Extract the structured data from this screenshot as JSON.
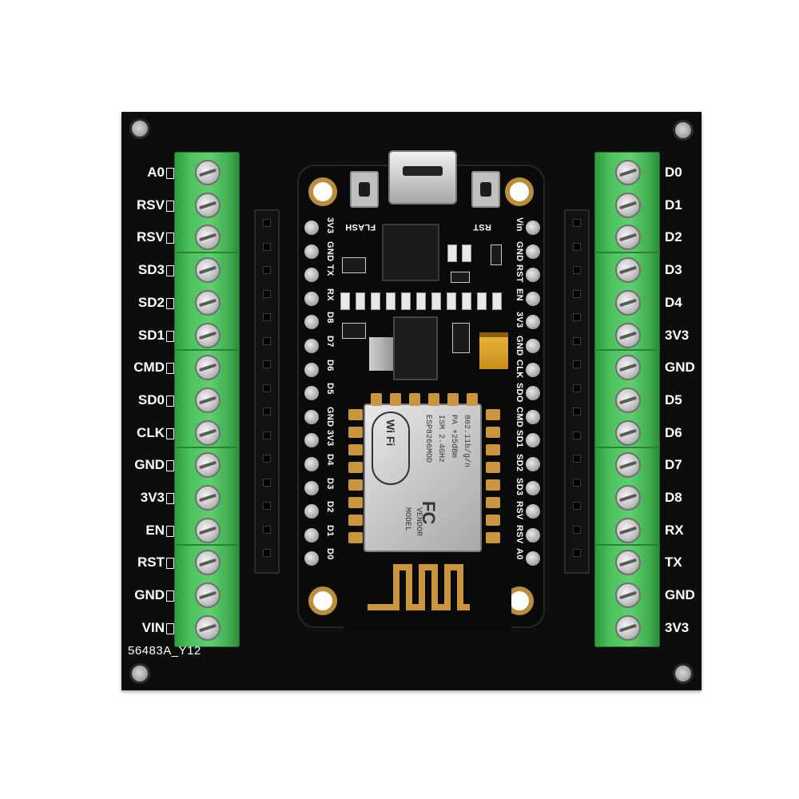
{
  "board": {
    "left_pins": [
      "A0",
      "RSV",
      "RSV",
      "SD3",
      "SD2",
      "SD1",
      "CMD",
      "SD0",
      "CLK",
      "GND",
      "3V3",
      "EN",
      "RST",
      "GND",
      "VIN"
    ],
    "right_pins": [
      "D0",
      "D1",
      "D2",
      "D3",
      "D4",
      "3V3",
      "GND",
      "D5",
      "D6",
      "D7",
      "D8",
      "RX",
      "TX",
      "GND",
      "3V3"
    ],
    "silkscreen_code": "56483A_Y12"
  },
  "module": {
    "left_labels": [
      "3V3",
      "GND",
      "TX",
      "RX",
      "D8",
      "D7",
      "D6",
      "D5",
      "GND",
      "3V3",
      "D4",
      "D3",
      "D2",
      "D1",
      "D0"
    ],
    "right_labels": [
      "Vin",
      "GND",
      "RST",
      "EN",
      "3V3",
      "GND",
      "CLK",
      "SDO",
      "CMD",
      "SD1",
      "SD2",
      "SD3",
      "RSV",
      "RSV",
      "A0"
    ],
    "flash_label": "FLASH",
    "rst_label": "RST",
    "esp": {
      "wifi_logo": "Wi Fi",
      "model_line": "ESP8266MOD",
      "ism_line": "ISM 2.4GHz",
      "pa_line": "PA +25dBm",
      "std_line": "802.11b/g/n",
      "fcc_mark": "FC",
      "model_vendor_line1": "MODEL",
      "model_vendor_line2": "VENDOR"
    }
  },
  "colors": {
    "pcb": "#0d0d0e",
    "terminal_green": "#4cc25d",
    "silkscreen": "#ffffff",
    "gold": "#c9963f"
  }
}
